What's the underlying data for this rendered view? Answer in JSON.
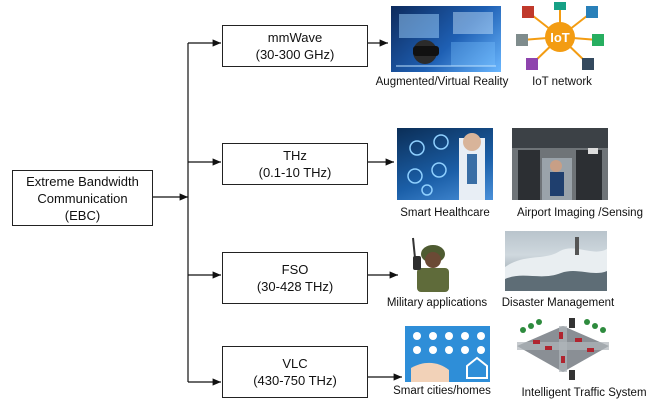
{
  "root": {
    "lines": [
      "Extreme Bandwidth",
      "Communication",
      "(EBC)"
    ]
  },
  "bands": [
    {
      "name": "mmWave",
      "range": "(30-300 GHz)",
      "apps": [
        "Augmented/Virtual Reality",
        "IoT network"
      ],
      "icons": [
        "vr-scene-image",
        "iot-network-image"
      ]
    },
    {
      "name": "THz",
      "range": "(0.1-10 THz)",
      "apps": [
        "Smart Healthcare",
        "Airport Imaging /Sensing"
      ],
      "icons": [
        "healthcare-image",
        "airport-scanner-image"
      ]
    },
    {
      "name": "FSO",
      "range": "(30-428 THz)",
      "apps": [
        "Military applications",
        "Disaster Management"
      ],
      "icons": [
        "soldier-image",
        "flood-wave-image"
      ]
    },
    {
      "name": "VLC",
      "range": "(430-750 THz)",
      "apps": [
        "Smart cities/homes",
        "Intelligent Traffic System"
      ],
      "icons": [
        "smart-city-image",
        "traffic-intersection-image"
      ]
    }
  ],
  "iot_badge": "IoT",
  "colors": {
    "line": "#111111",
    "iot_orange": "#f39c12",
    "tech_blue": "#1b5fa8"
  }
}
